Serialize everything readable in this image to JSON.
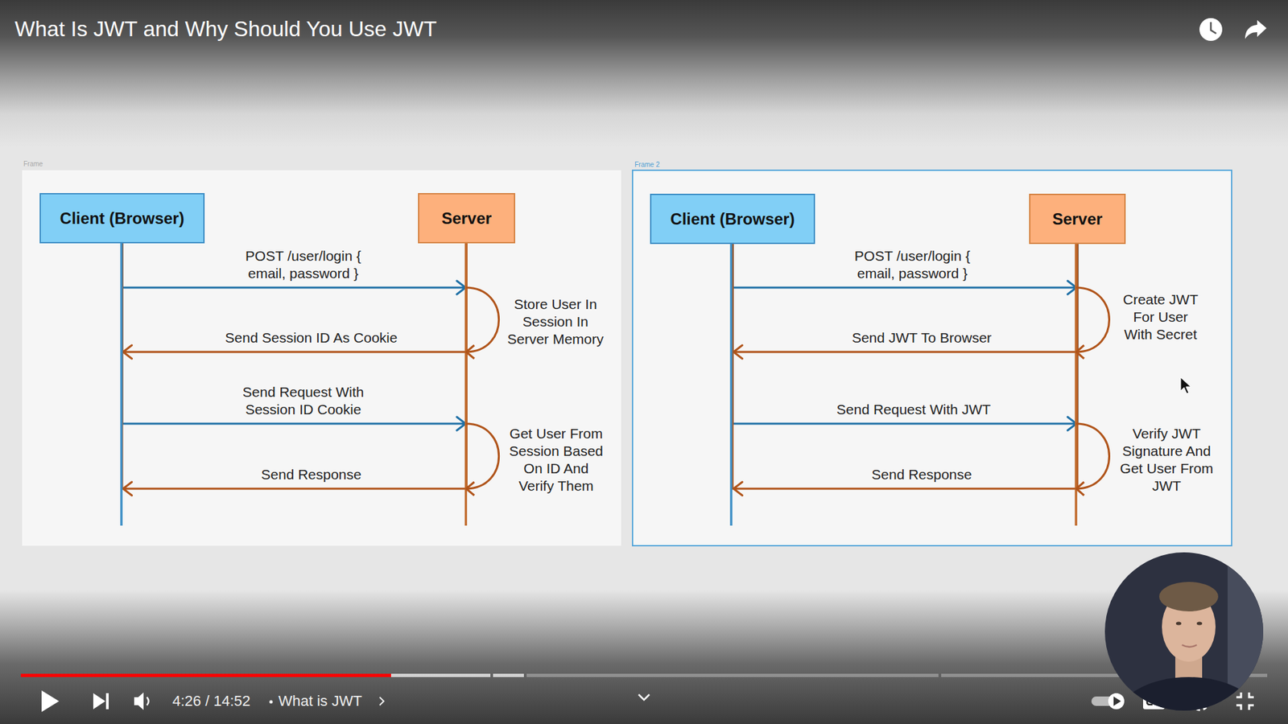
{
  "diagram": {
    "title": "What Is JWT and Why Should You Use JWT",
    "nodes": [
      {
        "text": [
          "Frame"
        ]
      },
      {
        "text": [
          "Client (Browser)"
        ],
        "in": 0
      },
      {
        "text": [
          "Server"
        ],
        "in": 0
      },
      {
        "text": [
          "Frame 2"
        ]
      },
      {
        "text": [
          "Client (Browser)"
        ],
        "in": 3
      },
      {
        "text": [
          "Server"
        ],
        "in": 3
      }
    ],
    "edges": [
      {
        "from": 1,
        "to": 2,
        "label": "POST /user/login { email, password }",
        "arrow": "to"
      },
      {
        "from": 2,
        "to": 1,
        "label": "Send Session ID As Cookie",
        "arrow": "to"
      },
      {
        "from": 1,
        "to": 2,
        "label": "Send Request With Session ID Cookie",
        "arrow": "to"
      },
      {
        "from": 2,
        "to": 1,
        "label": "Send Response",
        "arrow": "to"
      },
      {
        "from": 4,
        "to": 5,
        "label": "POST /user/login { email, password }",
        "arrow": "to"
      },
      {
        "from": 5,
        "to": 4,
        "label": "Send JWT To Browser",
        "arrow": "to"
      },
      {
        "from": 4,
        "to": 5,
        "label": "Send Request With JWT",
        "arrow": "to"
      },
      {
        "from": 5,
        "to": 4,
        "label": "Send Response",
        "arrow": "to"
      }
    ],
    "labels": [
      "Store User In Session In Server Memory",
      "Get User From Session Based On ID And Verify Them",
      "Create JWT For User With Secret",
      "Verify JWT Signature And Get User From JWT",
      "4:26 / 14:52",
      "What is JWT"
    ]
  }
}
